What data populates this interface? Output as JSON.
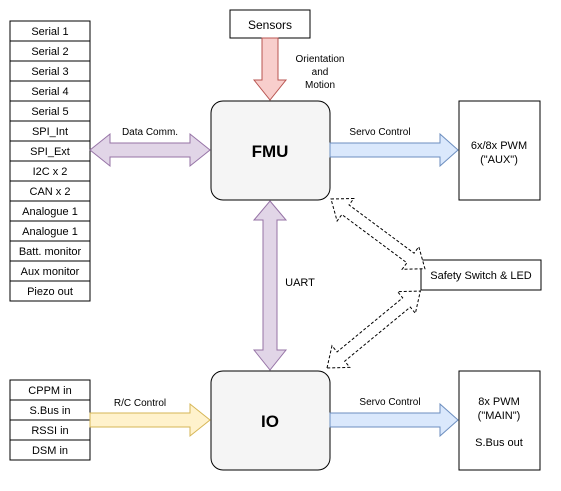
{
  "interfaces": {
    "left_list": [
      "Serial 1",
      "Serial 2",
      "Serial 3",
      "Serial 4",
      "Serial 5",
      "SPI_Int",
      "SPI_Ext",
      "I2C x 2",
      "CAN x 2",
      "Analogue 1",
      "Analogue 1",
      "Batt. monitor",
      "Aux monitor",
      "Piezo out"
    ],
    "rc_inputs": [
      "CPPM in",
      "S.Bus in",
      "RSSI in",
      "DSM in"
    ]
  },
  "nodes": {
    "sensors": "Sensors",
    "fmu": "FMU",
    "io": "IO",
    "aux_pwm": [
      "6x/8x PWM",
      "(\"AUX\")"
    ],
    "main_pwm": [
      "8x PWM",
      "(\"MAIN\")",
      "",
      "S.Bus out"
    ],
    "safety": "Safety Switch & LED"
  },
  "edges": {
    "orientation": [
      "Orientation",
      "and",
      "Motion"
    ],
    "data_comm": "Data Comm.",
    "servo_fmu": "Servo Control",
    "servo_io": "Servo Control",
    "uart": "UART",
    "rc_control": "R/C Control"
  },
  "colors": {
    "red_fill": "#f8cecc",
    "red_stroke": "#b85450",
    "purple_fill": "#e1d5e7",
    "purple_stroke": "#9673a6",
    "blue_fill": "#dae8fc",
    "blue_stroke": "#6c8ebf",
    "yellow_fill": "#fff2cc",
    "yellow_stroke": "#d6b656"
  }
}
